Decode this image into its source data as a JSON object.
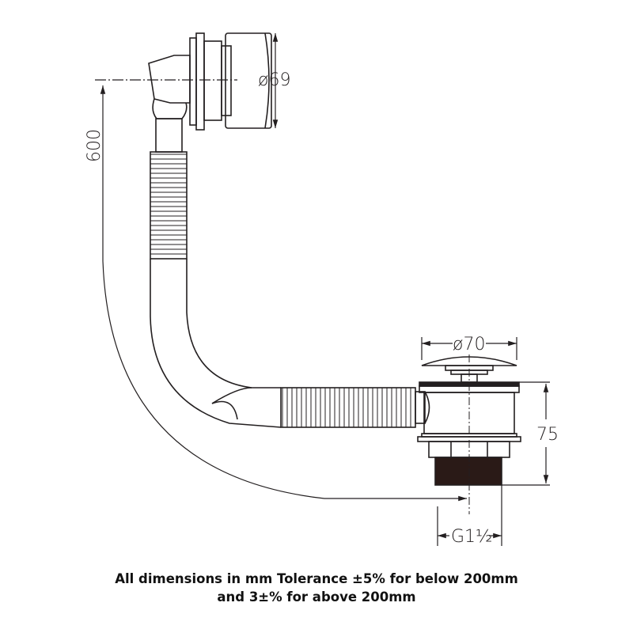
{
  "dimensions": {
    "overflow_diameter": "ø69",
    "waste_diameter": "ø70",
    "length": "600",
    "waste_height": "75",
    "thread": "G1½"
  },
  "caption": {
    "line1": "All dimensions in mm Tolerance ±5% for below 200mm",
    "line2": "and 3±% for above 200mm"
  },
  "colors": {
    "line": "#231f20",
    "thread": "#2a1a17"
  }
}
